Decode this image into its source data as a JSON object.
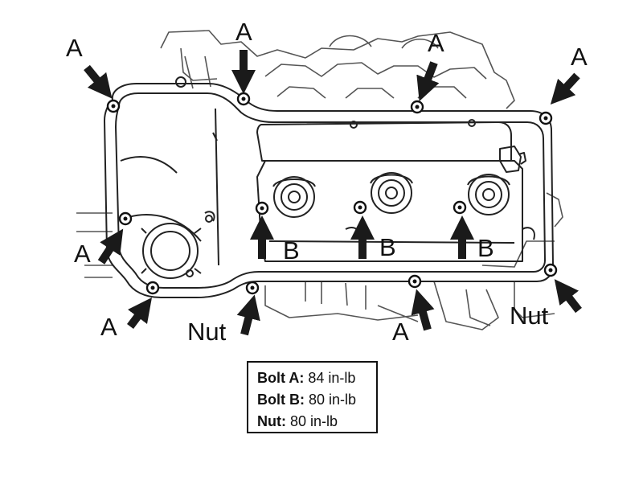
{
  "callouts": {
    "a_top_left": "A",
    "a_top_mid": "A",
    "a_top_right_mid": "A",
    "a_top_right": "A",
    "a_left": "A",
    "a_bottom_left": "A",
    "a_bottom_mid": "A",
    "b_left": "B",
    "b_mid": "B",
    "b_right": "B",
    "nut_left": "Nut",
    "nut_right": "Nut"
  },
  "torque_specs": {
    "bolt_a_label": "Bolt A:",
    "bolt_a_value": "84 in-lb",
    "bolt_b_label": "Bolt B:",
    "bolt_b_value": "80 in-lb",
    "nut_label": "Nut:",
    "nut_value": "80 in-lb"
  },
  "colors": {
    "line": "#222222",
    "arrow": "#1a1a1a",
    "background": "#ffffff"
  }
}
